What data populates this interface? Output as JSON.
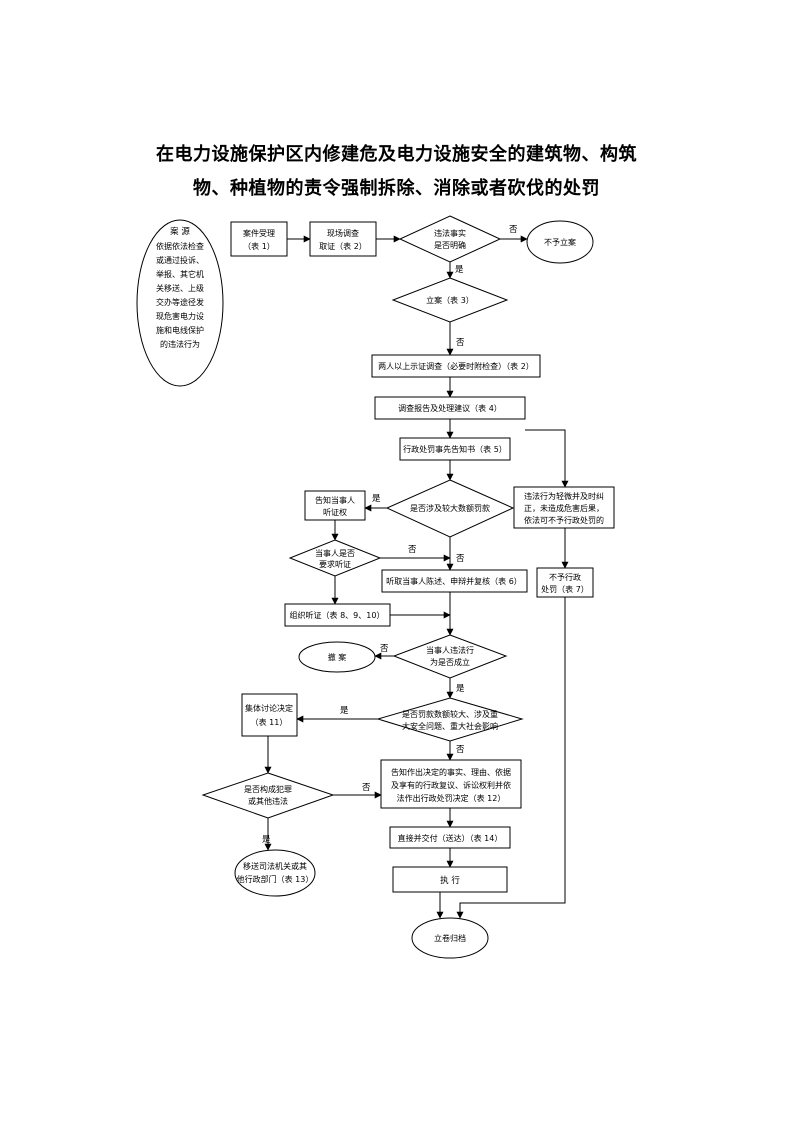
{
  "title": {
    "line1": "在电力设施保护区内修建危及电力设施安全的建筑物、构筑",
    "line2": "物、种植物的责令强制拆除、消除或者砍伐的处罚"
  },
  "nodes": {
    "source_head": "案 源",
    "source_body": [
      "依据依法检查",
      "或通过投诉、",
      "举报、其它机",
      "关移送、上级",
      "交办等途径发",
      "现危害电力设",
      "施和电线保护",
      "的违法行为"
    ],
    "case_accept": [
      "案件受理",
      "（表 1）"
    ],
    "site_survey": [
      "现场调查",
      "取证（表 2）"
    ],
    "facts_clear": [
      "违法事实",
      "是否明确"
    ],
    "no_case": "不予立案",
    "file_case": "立案（表 3）",
    "two_person_investigation": "两人以上示证调查（必要时附检查）（表 2）",
    "report": "调查报告及处理建议（表 4）",
    "notice": "行政处罚事先告知书（表 5）",
    "major_penalty": "是否涉及较大数额罚款",
    "hearing_notice": [
      "告知当事人",
      "听证权"
    ],
    "hearing_request": [
      "当事人是否",
      "要求听证"
    ],
    "hearing": "组织听证（表 8、9、10）",
    "statement_review": "听取当事人陈述、申辩并复核（表 6）",
    "minor_case": [
      "违法行为轻微并及时纠",
      "正，未造成危害后果，",
      "依法可不予行政处罚的"
    ],
    "no_penalty": [
      "不予行政",
      "处罚（表 7）"
    ],
    "violation_established": [
      "当事人违法行",
      "为是否成立"
    ],
    "close_case": "撤 案",
    "collective_check": [
      "是否罚款数额较大、涉及重",
      "大安全问题、重大社会影响"
    ],
    "collective_decision": [
      "集体讨论决定",
      "（表 11）"
    ],
    "decision": [
      "告知作出决定的事实、理由、依据",
      "及享有的行政复议、诉讼权利并依",
      "法作出行政处罚决定（表 12）"
    ],
    "crime_check": [
      "是否构成犯罪",
      "或其他违法"
    ],
    "transfer": [
      "移送司法机关或其",
      "他行政部门（表 13）"
    ],
    "delivery": "直接并交付（送达）（表 14）",
    "execute": "执 行",
    "archive": "立卷归档"
  },
  "edge_labels": {
    "facts_no": "否",
    "facts_yes": "是",
    "file_no": "否",
    "major_yes": "是",
    "major_no": "否",
    "hearing_no": "否",
    "violation_no": "否",
    "violation_yes": "是",
    "collective_yes": "是",
    "collective_no": "否",
    "crime_no": "否",
    "crime_yes": "是"
  }
}
